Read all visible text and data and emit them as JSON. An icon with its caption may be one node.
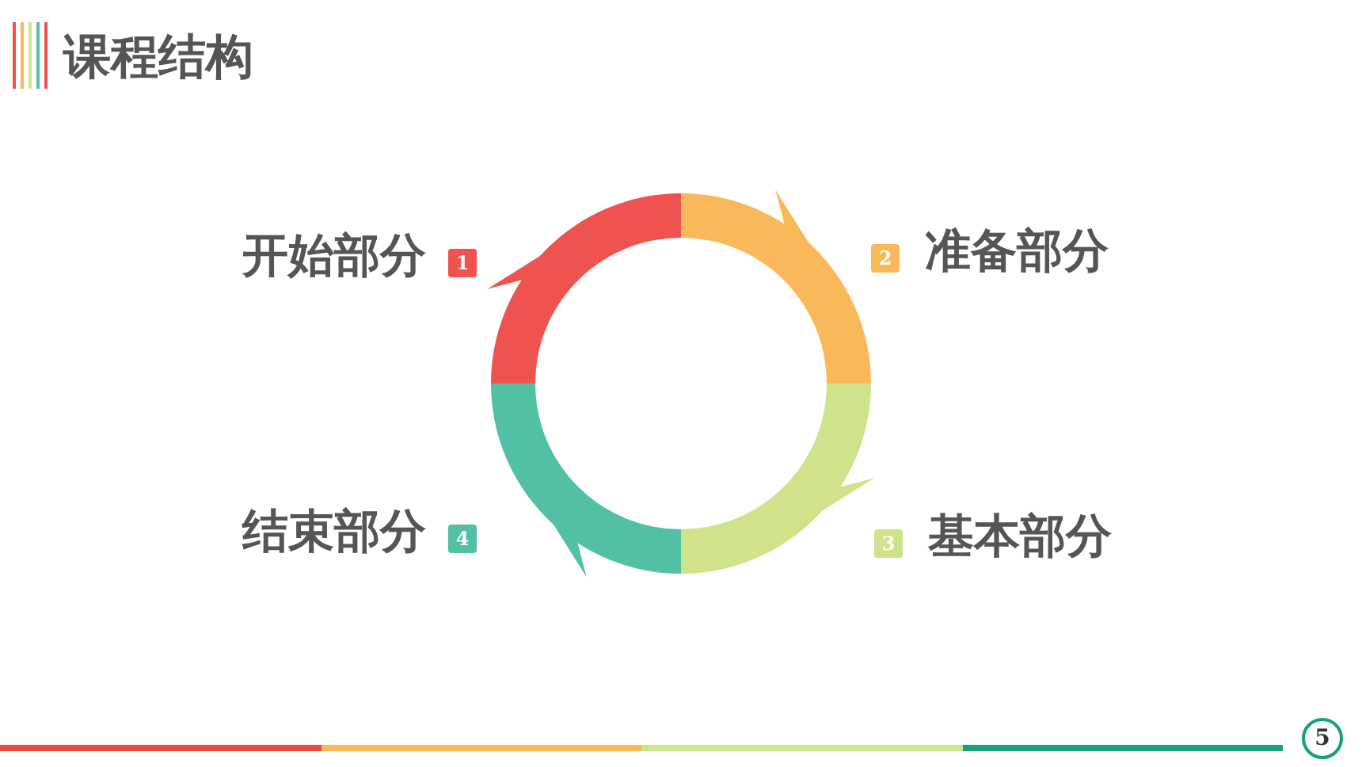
{
  "diagram": {
    "title": "课程结构",
    "nodes": [
      {
        "text": [
          "1"
        ],
        "beside": [
          "开始部分"
        ]
      },
      {
        "text": [
          "2"
        ],
        "beside": [
          "准备部分"
        ]
      },
      {
        "text": [
          "3"
        ],
        "beside": [
          "基本部分"
        ]
      },
      {
        "text": [
          "4"
        ],
        "beside": [
          "结束部分"
        ]
      },
      {
        "text": [],
        "shape": "arc"
      },
      {
        "text": [],
        "shape": "arc"
      },
      {
        "text": [],
        "shape": "arc"
      },
      {
        "text": [],
        "shape": "arc"
      }
    ],
    "edges": [],
    "labels": [
      "5"
    ]
  }
}
